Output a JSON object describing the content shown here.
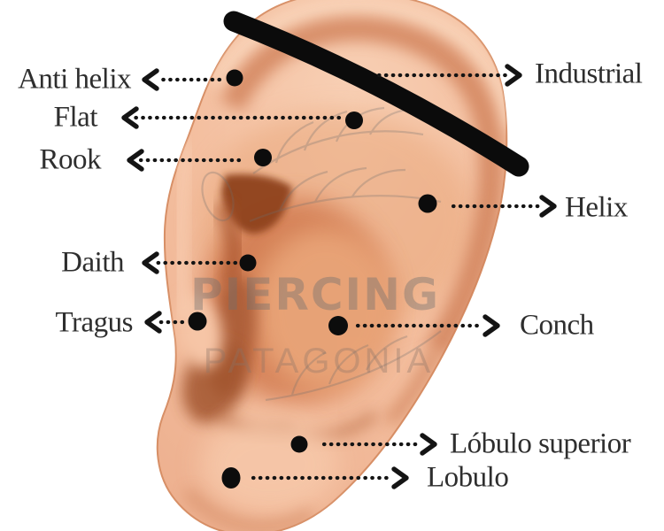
{
  "diagram": {
    "subject": "Ear piercing locations",
    "watermark": {
      "brand": "PIERCING",
      "region": "PATAGONIA"
    },
    "piercings": [
      {
        "name": "Anti helix",
        "side": "left"
      },
      {
        "name": "Flat",
        "side": "left"
      },
      {
        "name": "Rook",
        "side": "left"
      },
      {
        "name": "Daith",
        "side": "left"
      },
      {
        "name": "Tragus",
        "side": "left"
      },
      {
        "name": "Industrial",
        "side": "right"
      },
      {
        "name": "Helix",
        "side": "right"
      },
      {
        "name": "Conch",
        "side": "right"
      },
      {
        "name": "Lóbulo superior",
        "side": "right"
      },
      {
        "name": "Lobulo",
        "side": "right"
      }
    ],
    "colors": {
      "background": "#ffffff",
      "label_ink": "#2e2e2e",
      "marker_black": "#0c0c0c",
      "barbell_black": "#0b0b0b",
      "skin_light": "#f7cdb2",
      "skin_mid": "#eda87c",
      "skin_shadow": "#c9774e",
      "skin_deep": "#8f421f",
      "watermark_gray": "#6f6f6f"
    }
  }
}
